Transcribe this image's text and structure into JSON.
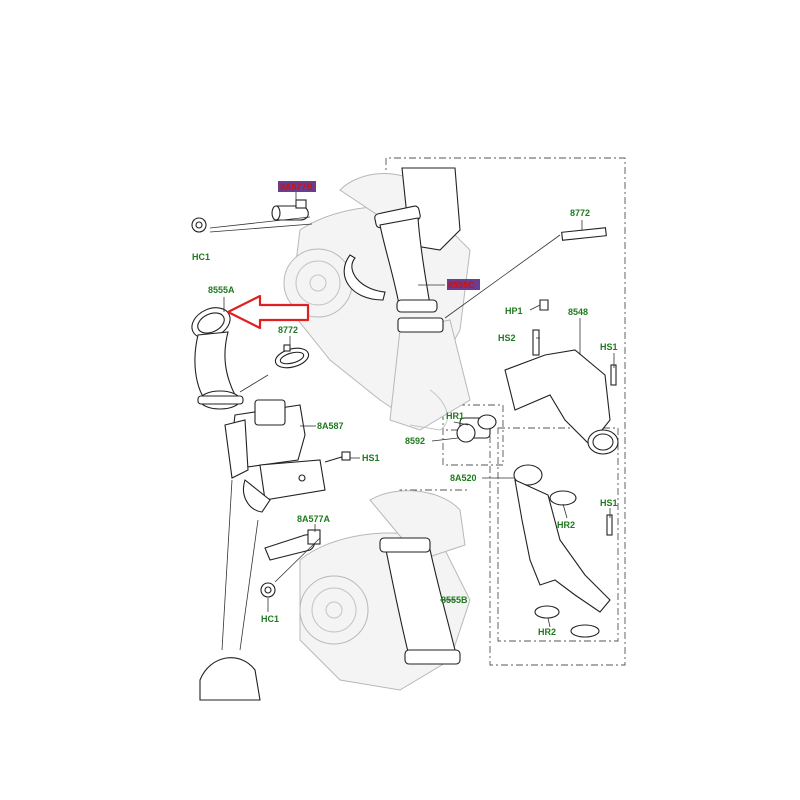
{
  "diagram": {
    "labels": {
      "l_8a577b": "8A577B",
      "l_hc1_top": "HC1",
      "l_8555a": "8555A",
      "l_8772_left": "8772",
      "l_8555c": "8555C",
      "l_8772_right": "8772",
      "l_hp1": "HP1",
      "l_8548": "8548",
      "l_hs2": "HS2",
      "l_hs1_r1": "HS1",
      "l_8a587": "8A587",
      "l_hr1": "HR1",
      "l_8592": "8592",
      "l_hs1_mid": "HS1",
      "l_8a520": "8A520",
      "l_hs1_r2": "HS1",
      "l_hr2_a": "HR2",
      "l_8a577a": "8A577A",
      "l_hc1_bot": "HC1",
      "l_8555b": "8555B",
      "l_hr2_b": "HR2"
    },
    "colors": {
      "label_green": "#1e7a1e",
      "highlight_fill": "#6a3d8f",
      "highlight_text": "#cc1111",
      "arrow_red": "#e02020"
    }
  }
}
